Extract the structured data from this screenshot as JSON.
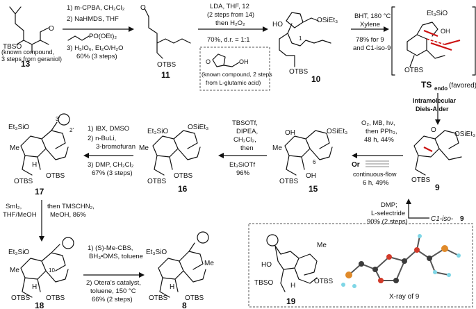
{
  "compounds": {
    "c13": {
      "number": "13",
      "note_line1": "(known compound,",
      "note_line2": "3 steps from geraniol)",
      "tbso": "TBSO"
    },
    "c11": {
      "number": "11",
      "otbs": "OTBS"
    },
    "c10": {
      "number": "10",
      "ho": "HO",
      "osiet3": "OSiEt₃",
      "otbs": "OTBS",
      "c1": "1"
    },
    "ts": {
      "label": "TS",
      "subscript": "endo",
      "suffix": "(favored)",
      "et3sio": "Et₃SiO",
      "otbs": "OTBS",
      "oh": "OH"
    },
    "c9": {
      "number": "9",
      "osiet3": "OSiEt₃",
      "otbs": "OTBS",
      "o": "O"
    },
    "c15": {
      "number": "15",
      "oh": "OH",
      "osiet3": "OSiEt₃",
      "otbs": "OTBS",
      "me": "Me",
      "c6": "6"
    },
    "c16": {
      "number": "16",
      "osiet3": "OSiEt₃",
      "et3sio": "Et₃SiO",
      "me": "Me",
      "otbs": "OTBS"
    },
    "c17": {
      "number": "17",
      "et3sio": "Et₃SiO",
      "me": "Me",
      "h": "H",
      "otbs1": "OTBS",
      "otbs2": "OTBS",
      "c3p": "3'",
      "c2p": "2'"
    },
    "c18": {
      "number": "18",
      "et3sio": "Et₃SiO",
      "me": "Me",
      "h": "H",
      "otbs1": "OTBS",
      "otbs2": "OTBS",
      "c10": "10"
    },
    "c8": {
      "number": "8",
      "et3sio": "Et₃SiO",
      "me": "Me",
      "h": "H",
      "otbs1": "OTBS",
      "otbs2": "OTBS"
    },
    "c19": {
      "number": "19",
      "ho": "HO",
      "me": "Me",
      "tbso": "TBSO",
      "h": "H",
      "otbs": "OTBS"
    },
    "c9iso": {
      "label": "C1-iso-",
      "number": "9"
    }
  },
  "conditions": {
    "a": [
      "1) m-CPBA, CH₂Cl₂",
      "2) NaHMDS, THF",
      "PO(OEt)₂",
      "3) H₅IO₆, Et₂O/H₂O",
      "60% (3 steps)"
    ],
    "b": [
      "LDA, THF, 12",
      "(2 steps from 14)",
      "then H₂O₂",
      "70%, d.r. = 1:1"
    ],
    "b_box": [
      "(known compound, 2 steps",
      "from L-glutamic acid)"
    ],
    "c": [
      "BHT, 180 °C",
      "Xylene",
      "78% for 9",
      "and C1-iso-9"
    ],
    "da": [
      "Intramolecular",
      "Diels-Alder"
    ],
    "d": [
      "O₂, MB, hν,",
      "then PPh₃,",
      "48 h, 44%",
      "Or",
      "continuous-flow",
      "6 h, 49%"
    ],
    "e": [
      "TBSOTf,",
      "DIPEA,",
      "CH₂Cl₂,",
      "then",
      "Et₃SiOTf",
      "96%"
    ],
    "f": [
      "1) IBX, DMSO",
      "2) n-BuLi,",
      "3-bromofuran",
      "3) DMP, CH₂Cl₂",
      "67% (3 steps)"
    ],
    "g": [
      "DMP;",
      "L-selectride",
      "90% (2 steps)"
    ],
    "h": [
      "SmI₂,",
      "THF/MeOH"
    ],
    "h2": [
      "then TMSCHN₂,",
      "MeOH, 86%"
    ],
    "i": [
      "1) (S)-Me-CBS,",
      "BH₃•DMS, toluene",
      "2) Otera's catalyst,",
      "toluene, 150 °C",
      "66% (2 steps)"
    ]
  },
  "xray_label": "X-ray of 9",
  "colors": {
    "highlight": "#cc1111",
    "da_text": "#3a3ad0",
    "annotation": "#7a2a9a",
    "atom_c": "#3b3b3b",
    "atom_o": "#d23a2a",
    "atom_si": "#e08a2a",
    "atom_h": "#7fd6e6"
  }
}
